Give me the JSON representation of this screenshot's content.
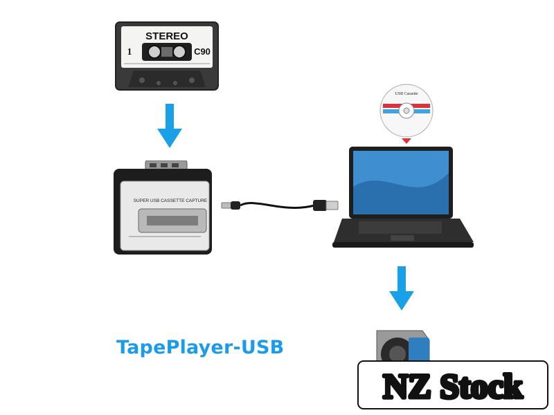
{
  "cassette": {
    "side": "1",
    "label": "STEREO",
    "type": "C90"
  },
  "player": {
    "label": "SUPER USB CASSETTE CAPTURE"
  },
  "cd": {
    "label": "USB Cassette"
  },
  "caption": "TapePlayer-USB",
  "watermark": "NZ Stock",
  "colors": {
    "arrow": "#1aa0e6",
    "caption": "#1c9bea",
    "cd_red": "#d9343b",
    "cd_blue": "#3fa3e0",
    "app_icon": "#2f7fc0"
  },
  "icons": [
    "cassette-tape",
    "down-arrow",
    "usb-cassette-player",
    "usb-cable",
    "software-cd",
    "laptop",
    "down-arrow",
    "speaker-app-icon"
  ]
}
